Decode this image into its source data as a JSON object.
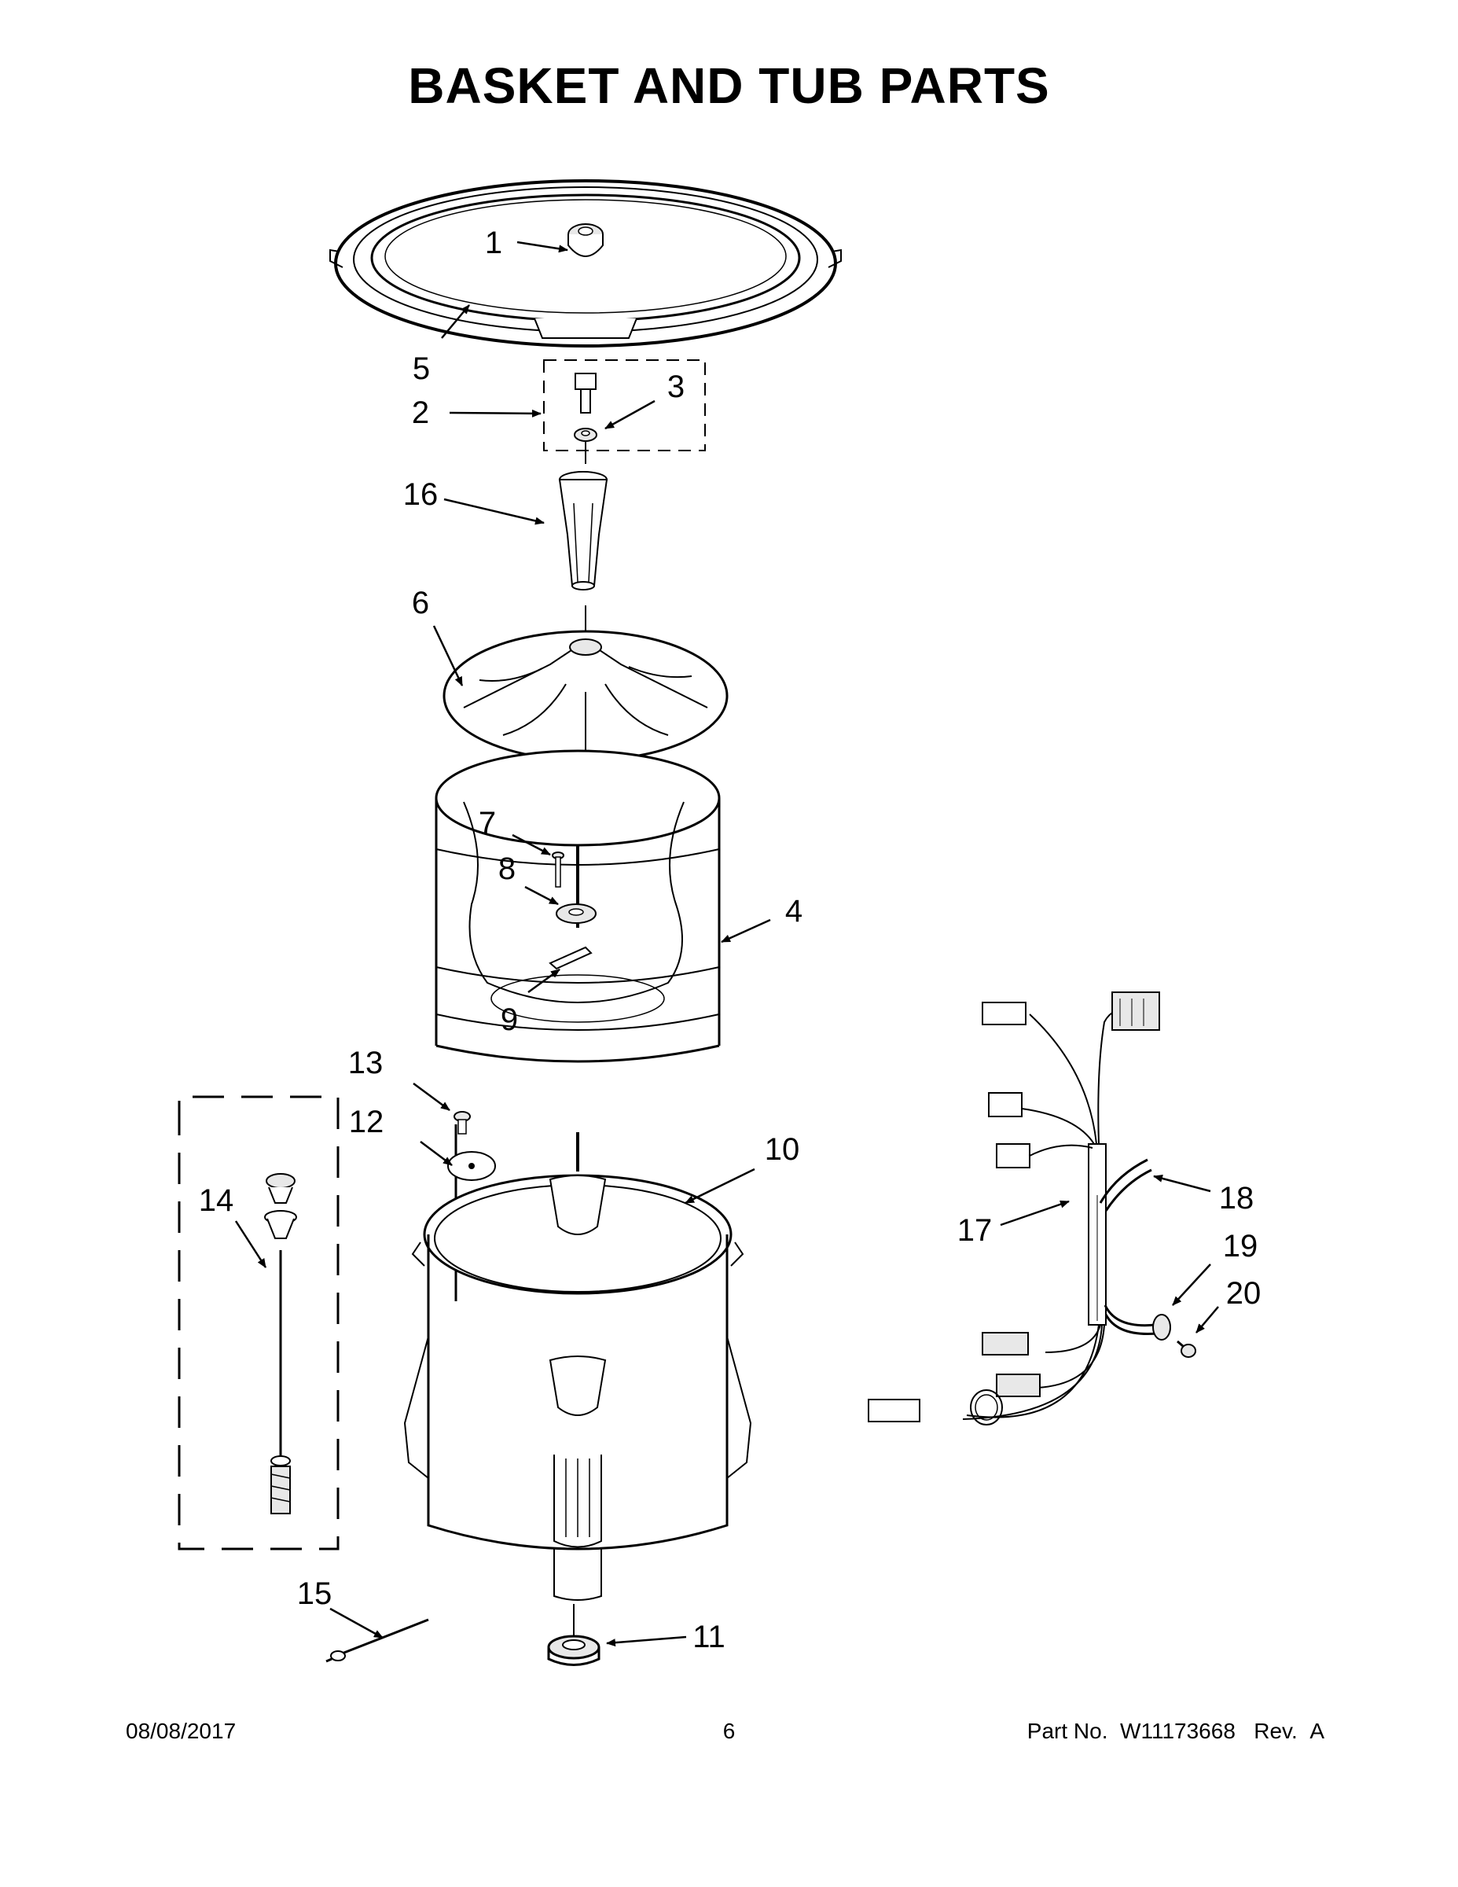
{
  "title": "BASKET AND TUB PARTS",
  "callouts": [
    "1",
    "2",
    "3",
    "4",
    "5",
    "6",
    "7",
    "8",
    "9",
    "10",
    "11",
    "12",
    "13",
    "14",
    "15",
    "16",
    "17",
    "18",
    "19",
    "20"
  ],
  "footer": {
    "date": "08/08/2017",
    "page": "6",
    "part_label": "Part No.",
    "part_number": "W11173668",
    "rev_label": "Rev.",
    "rev": "A"
  }
}
